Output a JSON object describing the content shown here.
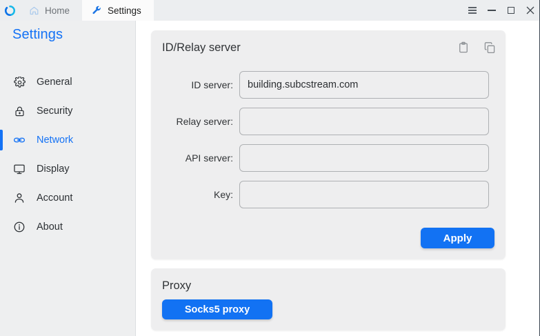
{
  "window": {
    "logo": "rustdesk-logo-icon",
    "tabs": [
      {
        "label": "Home",
        "icon": "home-icon",
        "active": false
      },
      {
        "label": "Settings",
        "icon": "wrench-icon",
        "active": true
      }
    ],
    "controls": [
      {
        "name": "menu-button",
        "icon": "hamburger-icon"
      },
      {
        "name": "minimize-button",
        "icon": "minimize-icon"
      },
      {
        "name": "maximize-button",
        "icon": "maximize-icon"
      },
      {
        "name": "close-button",
        "icon": "close-icon"
      }
    ]
  },
  "sidebar": {
    "title": "Settings",
    "accent_color": "#1472f5",
    "items": [
      {
        "label": "General",
        "icon": "gear-icon",
        "selected": false
      },
      {
        "label": "Security",
        "icon": "lock-icon",
        "selected": false
      },
      {
        "label": "Network",
        "icon": "link-icon",
        "selected": true
      },
      {
        "label": "Display",
        "icon": "monitor-icon",
        "selected": false
      },
      {
        "label": "Account",
        "icon": "person-icon",
        "selected": false
      },
      {
        "label": "About",
        "icon": "info-icon",
        "selected": false
      }
    ]
  },
  "main": {
    "id_relay_card": {
      "title": "ID/Relay server",
      "actions": [
        {
          "name": "paste-button",
          "icon": "clipboard-icon"
        },
        {
          "name": "copy-button",
          "icon": "copy-icon"
        }
      ],
      "fields": [
        {
          "label": "ID server:",
          "value": "building.subcstream.com",
          "placeholder": ""
        },
        {
          "label": "Relay server:",
          "value": "",
          "placeholder": ""
        },
        {
          "label": "API server:",
          "value": "",
          "placeholder": ""
        },
        {
          "label": "Key:",
          "value": "",
          "placeholder": ""
        }
      ],
      "apply_label": "Apply"
    },
    "proxy_card": {
      "title": "Proxy",
      "socks5_label": "Socks5 proxy"
    }
  },
  "colors": {
    "accent": "#1272f3",
    "card_bg": "#eeeeef",
    "sidebar_bg": "#eeeff0",
    "titlebar_bg": "#eceef0"
  }
}
